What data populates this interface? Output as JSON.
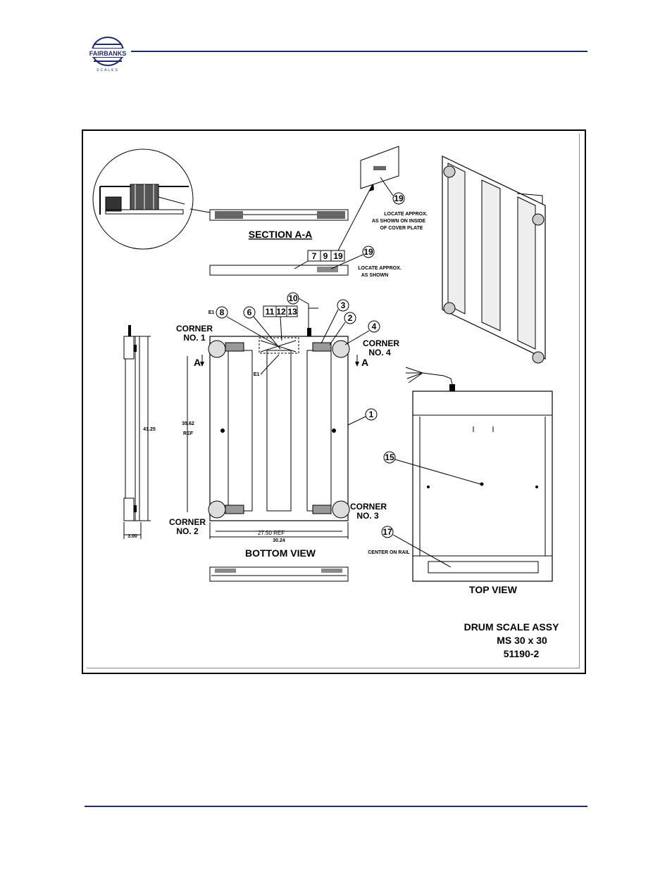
{
  "header": {
    "logo_text": "FAIRBANKS",
    "logo_subtext": "SCALES",
    "rule_color": "#1f2a6b"
  },
  "drawing": {
    "section_label": "SECTION A-A",
    "bottom_view_label": "BOTTOM VIEW",
    "top_view_label": "TOP VIEW",
    "title_block": {
      "line1": "DRUM SCALE ASSY",
      "line2": "MS 30 x 30",
      "line3": "51190-2"
    },
    "corners": {
      "c1a": "CORNER",
      "c1b": "NO. 1",
      "c2a": "CORNER",
      "c2b": "NO. 2",
      "c3a": "CORNER",
      "c3b": "NO. 3",
      "c4a": "CORNER",
      "c4b": "NO. 4"
    },
    "notes": {
      "cover_plate_1": "LOCATE APPROX.",
      "cover_plate_2": "AS SHOWN ON INSIDE",
      "cover_plate_3": "OF COVER PLATE",
      "locate_1": "LOCATE APPROX.",
      "locate_2": "AS SHOWN",
      "center_rail": "CENTER ON RAIL"
    },
    "balloons": {
      "b19a": "19",
      "b19b": "19",
      "b10": "10",
      "b3": "3",
      "b2": "2",
      "b4": "4",
      "b8": "8",
      "b6": "6",
      "b1": "1",
      "b15": "15",
      "b17": "17"
    },
    "boxes": {
      "box_a1": "7",
      "box_a2": "9",
      "box_a3": "19",
      "box_b1": "11",
      "box_b2": "12",
      "box_b3": "13"
    },
    "labels": {
      "e1a": "E1",
      "e1b": "E1",
      "sec_a_left": "A",
      "sec_a_right": "A"
    },
    "dimensions": {
      "height_overall": "41.25",
      "inner_ref_1": "35.62",
      "inner_ref_2": "REF",
      "width_ref": "27.50  REF",
      "width_overall": "30.24",
      "thickness": "3.00"
    }
  }
}
